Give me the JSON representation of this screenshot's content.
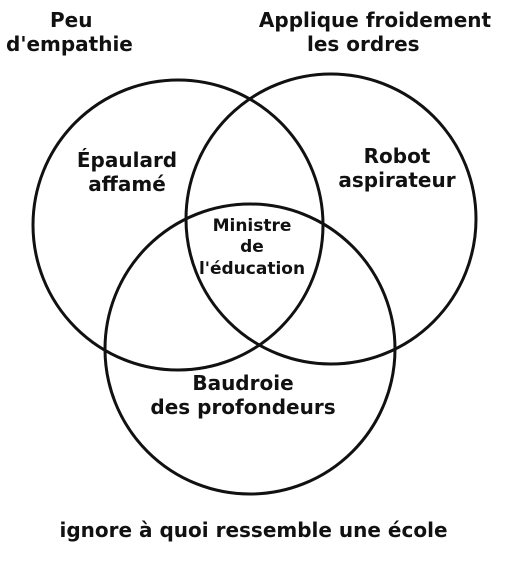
{
  "diagram": {
    "circle_labels": {
      "top_left": [
        "Peu",
        "d'empathie"
      ],
      "top_right": [
        "Applique froidement",
        "les ordres"
      ],
      "bottom": "ignore à quoi ressemble une école"
    },
    "regions": {
      "left_only": [
        "Épaulard",
        "affamé"
      ],
      "right_only": [
        "Robot",
        "aspirateur"
      ],
      "center": [
        "Ministre",
        "de",
        "l'éducation"
      ],
      "bottom_only": [
        "Baudroie",
        "des profondeurs"
      ]
    },
    "colors": {
      "stroke": "#111111",
      "text": "#111111",
      "background": "#ffffff"
    }
  }
}
